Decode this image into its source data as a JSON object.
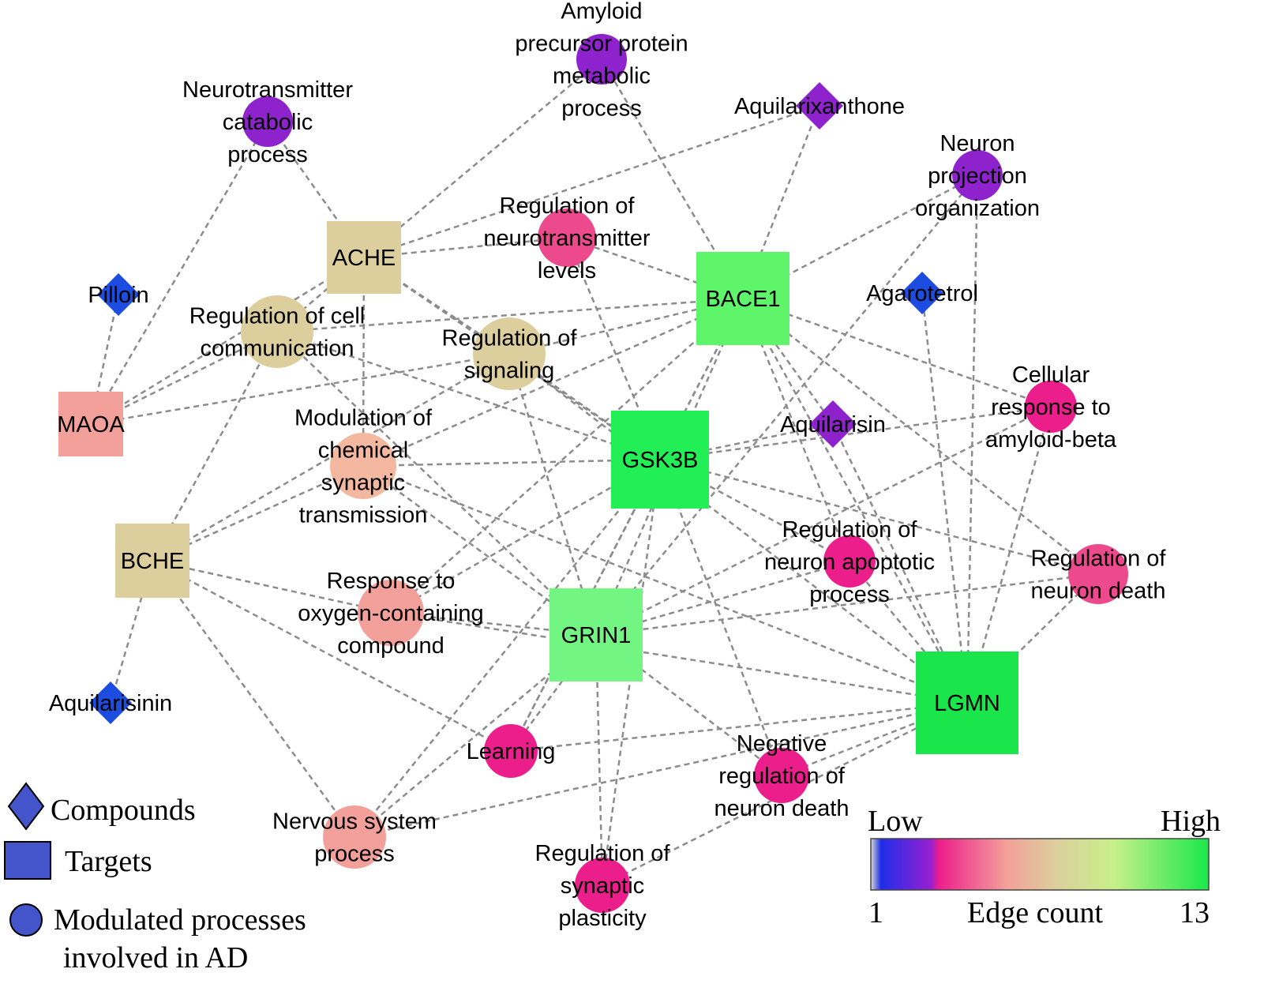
{
  "nodes": [
    {
      "id": "n1",
      "name": "node-amyloid-precursor",
      "shape": "circle",
      "color": "#8e22cc",
      "label": [
        "Amyloid",
        "precursor protein",
        "metabolic",
        "process"
      ]
    },
    {
      "id": "n2",
      "name": "node-neurotransmitter-catabolic",
      "shape": "circle",
      "color": "#8e22cc",
      "label": [
        "Neurotransmitter",
        "catabolic",
        "process"
      ]
    },
    {
      "id": "n3",
      "name": "node-aquilarixanthone",
      "shape": "diamond",
      "color": "#8e22cc",
      "label": [
        "Aquilarixanthone"
      ]
    },
    {
      "id": "n4",
      "name": "node-neuron-projection",
      "shape": "circle",
      "color": "#8e22cc",
      "label": [
        "Neuron",
        "projection",
        "organization"
      ]
    },
    {
      "id": "n5",
      "name": "node-ache",
      "shape": "square",
      "color": "#dccf9d",
      "label": [
        "ACHE"
      ]
    },
    {
      "id": "n6",
      "name": "node-regulation-neurotransmitter",
      "shape": "circle",
      "color": "#ec4a8c",
      "label": [
        "Regulation of",
        "neurotransmitter",
        "levels"
      ]
    },
    {
      "id": "n7",
      "name": "node-bace1",
      "shape": "square",
      "color": "#5ef56b",
      "label": [
        "BACE1"
      ]
    },
    {
      "id": "n8",
      "name": "node-pilloin",
      "shape": "diamond",
      "color": "#1d4de0",
      "label": [
        "Pilloin"
      ]
    },
    {
      "id": "n9",
      "name": "node-agarotetrol",
      "shape": "diamond",
      "color": "#1d4de0",
      "label": [
        "Agarotetrol"
      ]
    },
    {
      "id": "n10",
      "name": "node-regulation-cell-communication",
      "shape": "circle",
      "color": "#dccf9d",
      "label": [
        "Regulation of cell",
        "communication"
      ]
    },
    {
      "id": "n11",
      "name": "node-regulation-signaling",
      "shape": "circle",
      "color": "#dccf9d",
      "label": [
        "Regulation of",
        "signaling"
      ]
    },
    {
      "id": "n12",
      "name": "node-cellular-response-amyloid",
      "shape": "circle",
      "color": "#ec1e8c",
      "label": [
        "Cellular",
        "response to",
        "amyloid-beta"
      ]
    },
    {
      "id": "n13",
      "name": "node-maoa",
      "shape": "square",
      "color": "#f4a09a",
      "label": [
        "MAOA"
      ]
    },
    {
      "id": "n14",
      "name": "node-modulation-chemical-synaptic",
      "shape": "circle",
      "color": "#f4b8a0",
      "label": [
        "Modulation of",
        "chemical",
        "synaptic",
        "transmission"
      ]
    },
    {
      "id": "n15",
      "name": "node-gsk3b",
      "shape": "square",
      "color": "#22ee55",
      "label": [
        "GSK3B"
      ]
    },
    {
      "id": "n16",
      "name": "node-aquilarisin",
      "shape": "diamond",
      "color": "#8e22cc",
      "label": [
        "Aquilarisin"
      ]
    },
    {
      "id": "n17",
      "name": "node-regulation-neuron-apoptotic",
      "shape": "circle",
      "color": "#ec1e8c",
      "label": [
        "Regulation of",
        "neuron apoptotic",
        "process"
      ]
    },
    {
      "id": "n18",
      "name": "node-regulation-neuron-death",
      "shape": "circle",
      "color": "#ec4a8c",
      "label": [
        "Regulation of",
        "neuron death"
      ]
    },
    {
      "id": "n19",
      "name": "node-bche",
      "shape": "square",
      "color": "#dccf9d",
      "label": [
        "BCHE"
      ]
    },
    {
      "id": "n20",
      "name": "node-response-oxygen",
      "shape": "circle",
      "color": "#f4a09a",
      "label": [
        "Response to",
        "oxygen-containing",
        "compound"
      ]
    },
    {
      "id": "n21",
      "name": "node-grin1",
      "shape": "square",
      "color": "#73f583",
      "label": [
        "GRIN1"
      ]
    },
    {
      "id": "n22",
      "name": "node-lgmn",
      "shape": "square",
      "color": "#1ae64b",
      "label": [
        "LGMN"
      ]
    },
    {
      "id": "n23",
      "name": "node-aquilarisinin",
      "shape": "diamond",
      "color": "#1d4de0",
      "label": [
        "Aquilarisinin"
      ]
    },
    {
      "id": "n24",
      "name": "node-learning",
      "shape": "circle",
      "color": "#ec1e8c",
      "label": [
        "Learning"
      ]
    },
    {
      "id": "n25",
      "name": "node-negative-regulation-neuron-death",
      "shape": "circle",
      "color": "#ec1e8c",
      "label": [
        "Negative",
        "regulation of",
        "neuron death"
      ]
    },
    {
      "id": "n26",
      "name": "node-nervous-system-process",
      "shape": "circle",
      "color": "#f4a09a",
      "label": [
        "Nervous system",
        "process"
      ]
    },
    {
      "id": "n27",
      "name": "node-regulation-synaptic-plasticity",
      "shape": "circle",
      "color": "#ec1e8c",
      "label": [
        "Regulation of",
        "synaptic",
        "plasticity"
      ]
    }
  ],
  "edges": [
    [
      "n5",
      "n2"
    ],
    [
      "n5",
      "n1"
    ],
    [
      "n5",
      "n6"
    ],
    [
      "n5",
      "n10"
    ],
    [
      "n5",
      "n11"
    ],
    [
      "n5",
      "n14"
    ],
    [
      "n5",
      "n13"
    ],
    [
      "n5",
      "n3"
    ],
    [
      "n5",
      "n15"
    ],
    [
      "n7",
      "n1"
    ],
    [
      "n7",
      "n3"
    ],
    [
      "n7",
      "n6"
    ],
    [
      "n7",
      "n4"
    ],
    [
      "n7",
      "n10"
    ],
    [
      "n7",
      "n11"
    ],
    [
      "n7",
      "n12"
    ],
    [
      "n7",
      "n14"
    ],
    [
      "n7",
      "n17"
    ],
    [
      "n7",
      "n18"
    ],
    [
      "n7",
      "n16"
    ],
    [
      "n7",
      "n15"
    ],
    [
      "n7",
      "n21"
    ],
    [
      "n7",
      "n22"
    ],
    [
      "n7",
      "n20"
    ],
    [
      "n7",
      "n24"
    ],
    [
      "n13",
      "n2"
    ],
    [
      "n13",
      "n8"
    ],
    [
      "n13",
      "n10"
    ],
    [
      "n13",
      "n11"
    ],
    [
      "n19",
      "n10"
    ],
    [
      "n19",
      "n14"
    ],
    [
      "n19",
      "n20"
    ],
    [
      "n19",
      "n26"
    ],
    [
      "n19",
      "n23"
    ],
    [
      "n19",
      "n24"
    ],
    [
      "n19",
      "n11"
    ],
    [
      "n15",
      "n6"
    ],
    [
      "n15",
      "n11"
    ],
    [
      "n15",
      "n14"
    ],
    [
      "n15",
      "n16"
    ],
    [
      "n15",
      "n12"
    ],
    [
      "n15",
      "n17"
    ],
    [
      "n15",
      "n18"
    ],
    [
      "n15",
      "n20"
    ],
    [
      "n15",
      "n24"
    ],
    [
      "n15",
      "n25"
    ],
    [
      "n15",
      "n26"
    ],
    [
      "n15",
      "n27"
    ],
    [
      "n15",
      "n10"
    ],
    [
      "n21",
      "n14"
    ],
    [
      "n21",
      "n11"
    ],
    [
      "n21",
      "n20"
    ],
    [
      "n21",
      "n17"
    ],
    [
      "n21",
      "n18"
    ],
    [
      "n21",
      "n24"
    ],
    [
      "n21",
      "n25"
    ],
    [
      "n21",
      "n26"
    ],
    [
      "n21",
      "n27"
    ],
    [
      "n21",
      "n10"
    ],
    [
      "n21",
      "n12"
    ],
    [
      "n21",
      "n4"
    ],
    [
      "n22",
      "n4"
    ],
    [
      "n22",
      "n9"
    ],
    [
      "n22",
      "n12"
    ],
    [
      "n22",
      "n18"
    ],
    [
      "n22",
      "n17"
    ],
    [
      "n22",
      "n14"
    ],
    [
      "n22",
      "n20"
    ],
    [
      "n22",
      "n24"
    ],
    [
      "n22",
      "n25"
    ],
    [
      "n22",
      "n26"
    ],
    [
      "n22",
      "n27"
    ],
    [
      "n22",
      "n11"
    ],
    [
      "n22",
      "n16"
    ]
  ],
  "legend": {
    "items": [
      {
        "shape": "diamond",
        "label": [
          "Compounds"
        ]
      },
      {
        "shape": "square",
        "label": [
          "Targets"
        ]
      },
      {
        "shape": "circle",
        "label": [
          "Modulated processes",
          "involved in AD"
        ]
      }
    ],
    "legend_fill": "#4455cc"
  },
  "colorbar": {
    "low_label": "Low",
    "high_label": "High",
    "min_value": "1",
    "max_value": "13",
    "title": "Edge count",
    "colors": [
      "#d9d9d9",
      "#1d2ee8",
      "#9a1fd0",
      "#ec1e8c",
      "#f4a09a",
      "#dccf9d",
      "#c8f08a",
      "#18e84a"
    ]
  },
  "edge_color": "#8c8c8c"
}
